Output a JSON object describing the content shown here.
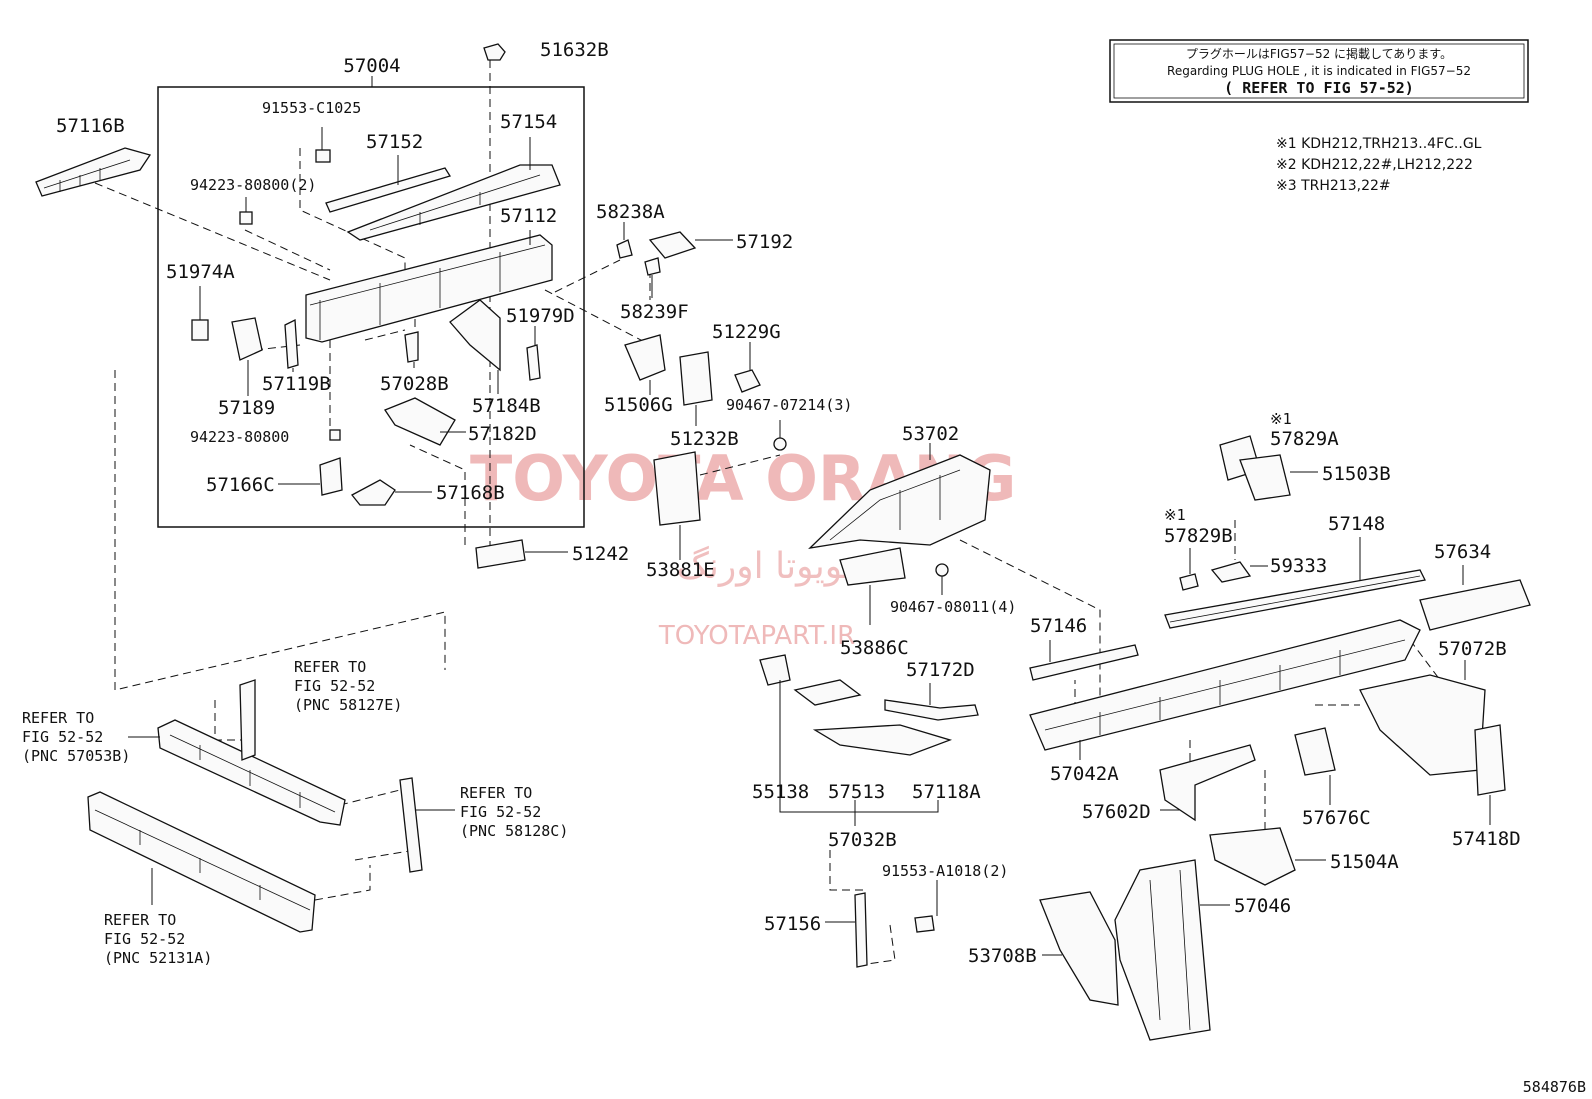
{
  "note_box": {
    "line1": "プラグホールはFIG57−52 に掲載してあります。",
    "line2": "Regarding PLUG HOLE , it is indicated in FIG57−52",
    "line3": "( REFER TO FIG 57-52)"
  },
  "legend": [
    "※1 KDH212,TRH213..4FC..GL",
    "※2 KDH212,22#,LH212,222",
    "※3 TRH213,22#"
  ],
  "markers": {
    "m1": "※1",
    "m2": "※1"
  },
  "labels": {
    "p57004": "57004",
    "p51632B": "51632B",
    "p57116B": "57116B",
    "p91553C1025": "91553-C1025",
    "p57152": "57152",
    "p57154": "57154",
    "p94223_80800_2": "94223-80800(2)",
    "p57112": "57112",
    "p51974A": "51974A",
    "p51979D": "51979D",
    "p57119B": "57119B",
    "p57028B": "57028B",
    "p57189": "57189",
    "p57184B": "57184B",
    "p94223_80800": "94223-80800",
    "p57182D": "57182D",
    "p57166C": "57166C",
    "p57168B": "57168B",
    "p58238A": "58238A",
    "p57192": "57192",
    "p58239F": "58239F",
    "p51229G": "51229G",
    "p51506G": "51506G",
    "p90467_07214_3": "90467-07214(3)",
    "p51232B": "51232B",
    "p53702": "53702",
    "p51242": "51242",
    "p53881E": "53881E",
    "p90467_08011_4": "90467-08011(4)",
    "p53886C": "53886C",
    "p57146": "57146",
    "p57172D": "57172D",
    "p57829A": "57829A",
    "p51503B": "51503B",
    "p57829B": "57829B",
    "p57148": "57148",
    "p57634": "57634",
    "p59333": "59333",
    "p57072B": "57072B",
    "p57042A": "57042A",
    "p55138": "55138",
    "p57513": "57513",
    "p57118A": "57118A",
    "p57602D": "57602D",
    "p57676C": "57676C",
    "p57418D": "57418D",
    "p57032B": "57032B",
    "p51504A": "51504A",
    "p91553_A1018_2": "91553-A1018(2)",
    "p57046": "57046",
    "p57156": "57156",
    "p53708B": "53708B"
  },
  "refs": {
    "r1": [
      "REFER TO",
      "FIG 52-52",
      "(PNC 58127E)"
    ],
    "r2": [
      "REFER TO",
      "FIG 52-52",
      "(PNC 57053B)"
    ],
    "r3": [
      "REFER TO",
      "FIG 52-52",
      "(PNC 58128C)"
    ],
    "r4": [
      "REFER TO",
      "FIG 52-52",
      "(PNC 52131A)"
    ]
  },
  "watermark": {
    "main": "TOYOTA ORANG",
    "arabic": "تویوتا اورنگ",
    "url": "TOYOTAPART.IR"
  },
  "figure_id": "584876B"
}
